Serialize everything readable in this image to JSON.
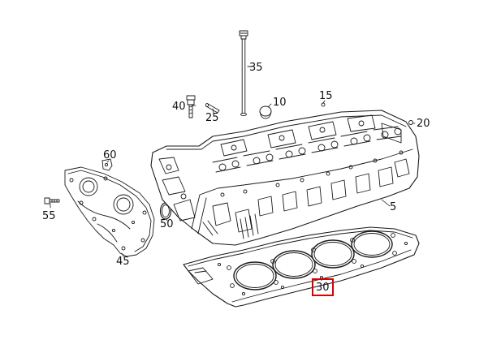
{
  "callouts": {
    "p35": "35",
    "p40": "40",
    "p25": "25",
    "p10": "10",
    "p15": "15",
    "p20": "20",
    "p60": "60",
    "p55": "55",
    "p50": "50",
    "p45": "45",
    "p5": "5",
    "p30": "30"
  },
  "highlight": {
    "part": "30",
    "color": "#d80000"
  }
}
